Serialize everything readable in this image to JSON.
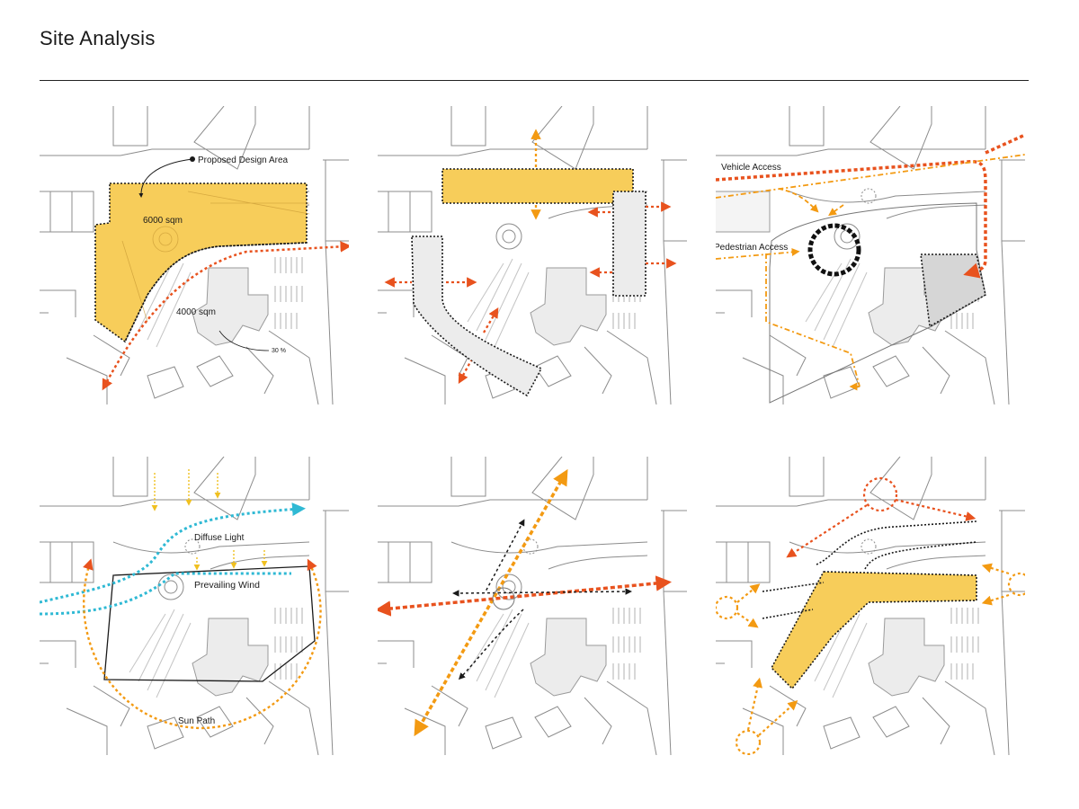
{
  "page": {
    "title": "Site Analysis"
  },
  "colors": {
    "highlight_fill": "#f7cd5a",
    "access_red": "#e8521e",
    "access_orange": "#f39a12",
    "wind_cyan": "#2fb9d4",
    "boundary": "#1a1a1a",
    "base_lines": "#8c8c8c"
  },
  "panels": [
    {
      "id": "p1",
      "labels": {
        "design_area": "Proposed Design Area",
        "area_a": "6000 sqm",
        "area_b": "4000 sqm",
        "slope": "30 %"
      }
    },
    {
      "id": "p2",
      "labels": {}
    },
    {
      "id": "p3",
      "labels": {
        "vehicle": "Vehicle Access",
        "pedestrian": "Pedestrian Access"
      }
    },
    {
      "id": "p4",
      "labels": {
        "diffuse": "Diffuse Light",
        "wind": "Prevailing Wind",
        "sun": "Sun Path"
      }
    },
    {
      "id": "p5",
      "labels": {}
    },
    {
      "id": "p6",
      "labels": {}
    }
  ]
}
